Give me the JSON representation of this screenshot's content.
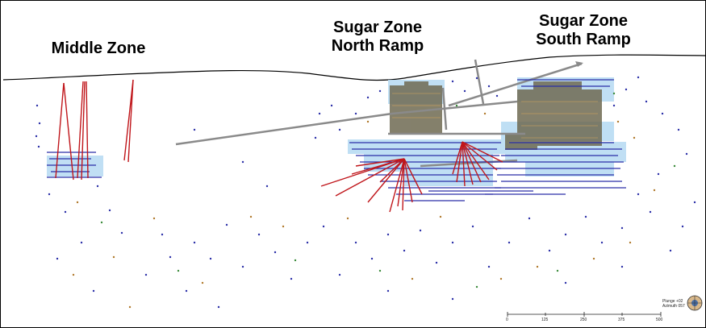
{
  "labels": {
    "middle_zone": "Middle Zone",
    "north_ramp_line1": "Sugar Zone",
    "north_ramp_line2": "North Ramp",
    "south_ramp_line1": "Sugar Zone",
    "south_ramp_line2": "South Ramp"
  },
  "scale_bar": {
    "ticks": [
      "0",
      "125",
      "250",
      "375",
      "500"
    ]
  },
  "orientation": {
    "plunge": "Plunge +02",
    "azimuth": "Azimuth 057"
  },
  "colors": {
    "drillhole": "#c0161b",
    "level_line": "#2b2fa8",
    "ramp": "#8a8a8a",
    "stope_fill": "#b9dcf3",
    "workings": "#6f6a52",
    "surface": "#000000"
  }
}
